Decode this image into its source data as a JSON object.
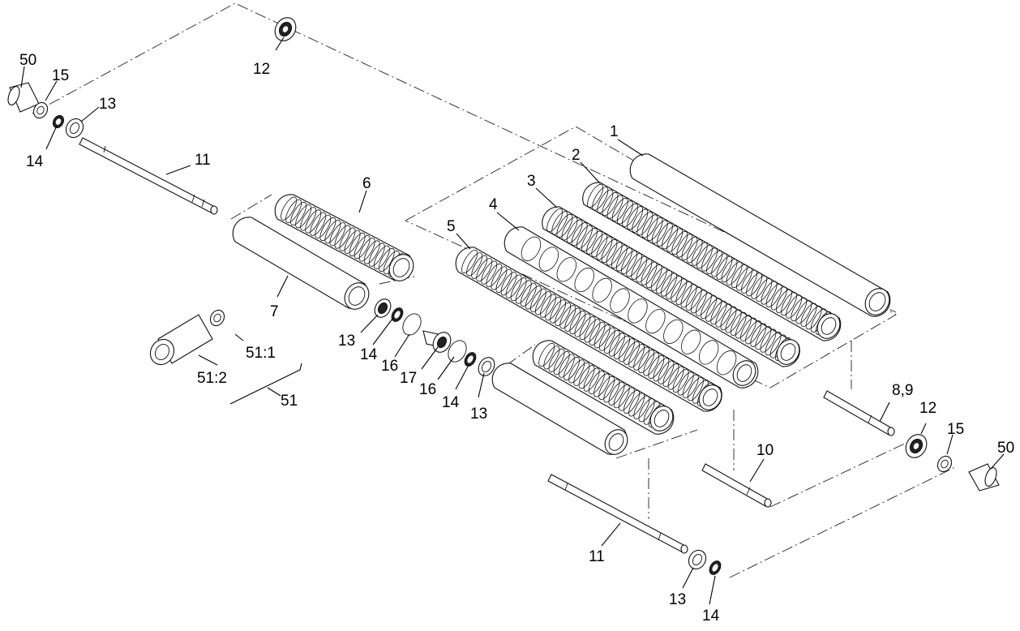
{
  "diagram": {
    "title": "",
    "callouts": {
      "c1": "1",
      "c2": "2",
      "c3": "3",
      "c4": "4",
      "c5": "5",
      "c6": "6",
      "c7": "7",
      "c8_9": "8,9",
      "c10": "10",
      "c11_top": "11",
      "c11_bottom": "11",
      "c12_top": "12",
      "c12_right": "12",
      "c13_top": "13",
      "c13_mid_left": "13",
      "c13_mid_right": "13",
      "c13_bottom": "13",
      "c14_top": "14",
      "c14_mid_left": "14",
      "c14_mid_right": "14",
      "c14_bottom": "14",
      "c15_top": "15",
      "c15_right": "15",
      "c16_a": "16",
      "c16_b": "16",
      "c17": "17",
      "c50_top": "50",
      "c50_right": "50",
      "c51": "51",
      "c51_1": "51:1",
      "c51_2": "51:2"
    }
  }
}
